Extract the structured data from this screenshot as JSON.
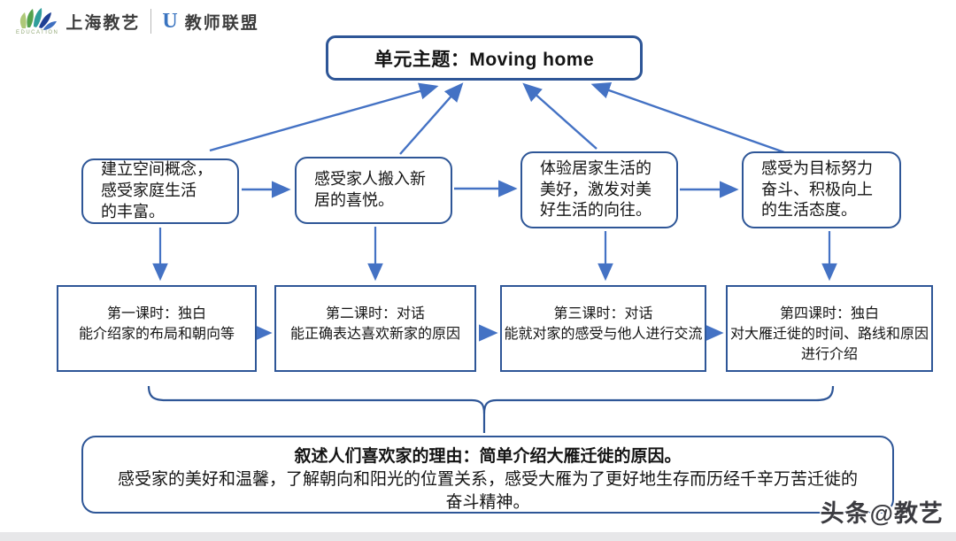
{
  "branding": {
    "org_left": "上海教艺",
    "org_left_subtext": "EDUCATION",
    "org_right": "教师联盟",
    "u_glyph": "U",
    "lotus_colors": [
      "#aec878",
      "#55a24c",
      "#2f9e9b",
      "#1e3f94",
      "#3f6fc0"
    ]
  },
  "watermark": {
    "text": "头条@教艺"
  },
  "diagram": {
    "title": "单元主题：Moving home",
    "objectives": [
      {
        "lines": [
          "建立空间概念，",
          "感受家庭生活",
          "的丰富。"
        ]
      },
      {
        "lines": [
          "感受家人搬入新",
          "居的喜悦。",
          ""
        ]
      },
      {
        "lines": [
          "体验居家生活的",
          "美好，激发对美",
          "好生活的向往。"
        ]
      },
      {
        "lines": [
          "感受为目标努力",
          "奋斗、积极向上",
          "的生活态度。"
        ]
      }
    ],
    "lessons": [
      {
        "lines": [
          "第一课时：独白",
          "能介绍家的布局和朝向等",
          ""
        ]
      },
      {
        "lines": [
          "第二课时：对话",
          "能正确表达喜欢新家的原因",
          ""
        ]
      },
      {
        "lines": [
          "第三课时：对话",
          "能就对家的感受与他人进行交流",
          ""
        ]
      },
      {
        "lines": [
          "第四课时：独白",
          "对大雁迁徙的时间、路线和原因",
          "进行介绍"
        ]
      }
    ],
    "summary": {
      "title_line": "叙述人们喜欢家的理由：简单介绍大雁迁徙的原因。",
      "body_line1": "感受家的美好和温馨，了解朝向和阳光的位置关系，感受大雁为了更好地生存而历经千辛万苦迁徙的",
      "body_line2": "奋斗精神。"
    },
    "colors": {
      "box_border": "#2e5697",
      "arrow": "#4472c4",
      "text": "#141414",
      "footer_strip": "#e7e7e9"
    }
  }
}
